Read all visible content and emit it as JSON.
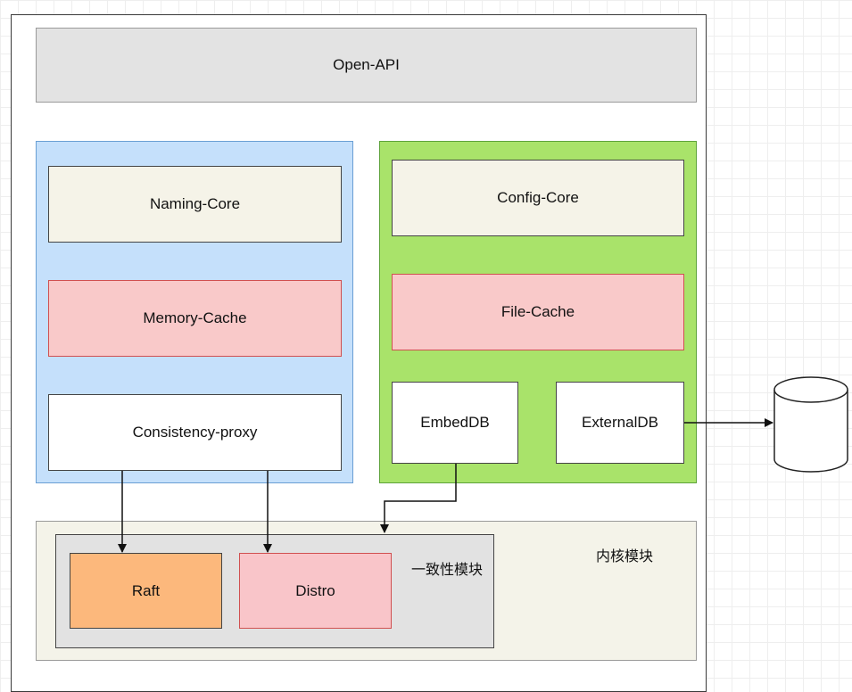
{
  "diagram": {
    "open_api": "Open-API",
    "naming_group": {
      "naming_core": "Naming-Core",
      "memory_cache": "Memory-Cache",
      "consistency_proxy": "Consistency-proxy"
    },
    "config_group": {
      "config_core": "Config-Core",
      "file_cache": "File-Cache",
      "embed_db": "EmbedDB",
      "external_db": "ExternalDB"
    },
    "kernel_module": {
      "label": "内核模块",
      "consistency_module": {
        "label": "一致性模块",
        "raft": "Raft",
        "distro": "Distro"
      }
    },
    "colors": {
      "open_api_fill": "#e3e3e3",
      "naming_group_fill": "#c5e0fb",
      "config_group_fill": "#a9e36a",
      "core_fill": "#f5f3e8",
      "cache_fill": "#f9c9c9",
      "raft_fill": "#fcb87c",
      "distro_fill": "#f9c5c9",
      "kernel_fill": "#f4f3e9",
      "consistency_fill": "#e2e2e2"
    }
  }
}
